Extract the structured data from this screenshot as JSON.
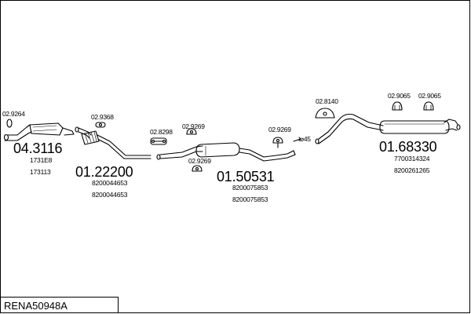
{
  "kit_name": "RENA50948A",
  "parts": {
    "catalytic": {
      "number": "04.3116",
      "refs": [
        "1731E8",
        "173113"
      ]
    },
    "front_pipe": {
      "number": "01.22200",
      "refs": [
        "8200044653",
        "8200044653"
      ]
    },
    "middle_silencer": {
      "number": "01.50531",
      "refs": [
        "8200075853",
        "8200075853"
      ]
    },
    "rear_silencer": {
      "number": "01.68330",
      "refs": [
        "7700314324",
        "8200261265"
      ]
    }
  },
  "fittings": {
    "f_29264": "02.9264",
    "f_29368": "02.9368",
    "f_28298": "02.8298",
    "f_29269_a": "02.9269",
    "f_29269_b": "02.9269",
    "f_29269_c": "02.9269",
    "f_28140": "02.8140",
    "f_29065_a": "02.9065",
    "f_29065_b": "02.9065"
  },
  "diameter_mark": "⌀45"
}
